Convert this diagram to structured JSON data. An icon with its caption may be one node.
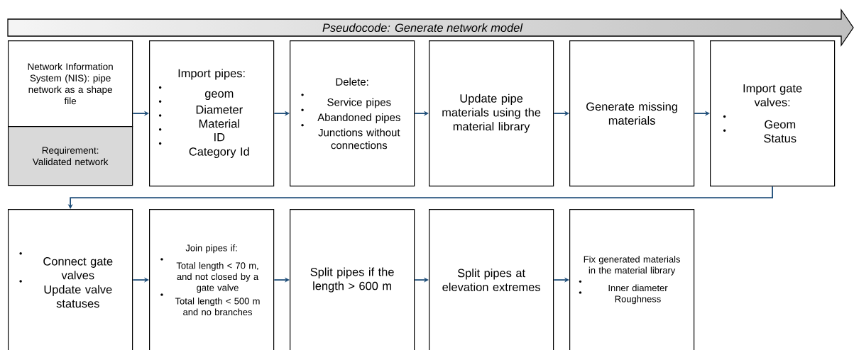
{
  "diagram": {
    "nodes": [
      {
        "text": [
          "Pseudocode: Generate network model"
        ]
      },
      {
        "text": [
          "Network Information System (NIS): pipe network as a shape file"
        ]
      },
      {
        "text": [
          "Requirement: Validated network"
        ]
      },
      {
        "text": [
          "Import pipes:",
          "geom",
          "Diameter",
          "Material",
          "ID",
          "Category Id"
        ]
      },
      {
        "text": [
          "Delete:",
          "Service pipes",
          "Abandoned pipes",
          "Junctions without connections"
        ]
      },
      {
        "text": [
          "Update pipe materials using the material library"
        ]
      },
      {
        "text": [
          "Generate missing materials"
        ]
      },
      {
        "text": [
          "Import gate valves:",
          "Geom",
          "Status"
        ]
      },
      {
        "text": [
          "Connect gate valves",
          "Update valve statuses"
        ]
      },
      {
        "text": [
          "Join pipes if:",
          "Total length < 70 m, and not closed by a gate valve",
          "Total length < 500 m and no branches"
        ]
      },
      {
        "text": [
          "Split pipes if the length > 600 m"
        ]
      },
      {
        "text": [
          "Split pipes at elevation extremes"
        ]
      },
      {
        "text": [
          "Fix generated materials in the material library",
          "Inner diameter",
          "Roughness"
        ]
      }
    ],
    "edges": [
      {
        "from": 1,
        "to": 3,
        "arrow": "to"
      },
      {
        "from": 3,
        "to": 4,
        "arrow": "to"
      },
      {
        "from": 4,
        "to": 5,
        "arrow": "to"
      },
      {
        "from": 5,
        "to": 6,
        "arrow": "to"
      },
      {
        "from": 6,
        "to": 7,
        "arrow": "to"
      },
      {
        "from": 7,
        "to": 8,
        "arrow": "to"
      },
      {
        "from": 8,
        "to": 9,
        "arrow": "to"
      },
      {
        "from": 9,
        "to": 10,
        "arrow": "to"
      },
      {
        "from": 10,
        "to": 11,
        "arrow": "to"
      },
      {
        "from": 11,
        "to": 12,
        "arrow": "to"
      }
    ]
  }
}
